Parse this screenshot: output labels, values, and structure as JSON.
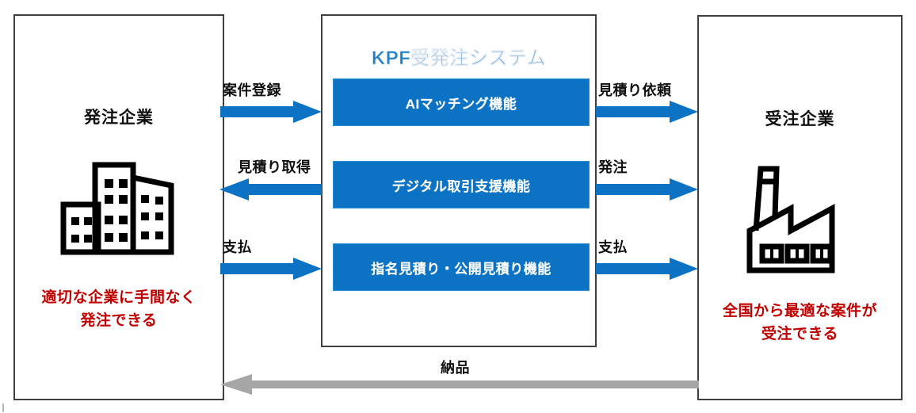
{
  "diagram": {
    "title_center": "KPF受発注システム",
    "left_company": {
      "title": "発注企業",
      "icon": "office-buildings-icon",
      "note_lines": [
        "適切な企業に手間なく",
        "発注できる"
      ]
    },
    "right_company": {
      "title": "受注企業",
      "icon": "factory-icon",
      "note_lines": [
        "全国から最適な案件が",
        "受注できる"
      ]
    },
    "features": [
      {
        "label": "AIマッチング機能"
      },
      {
        "label": "デジタル取引支援機能"
      },
      {
        "label": "指名見積り・公開見積り機能"
      }
    ],
    "left_flows": [
      {
        "label": "案件登録",
        "direction": "right"
      },
      {
        "label": "見積り取得",
        "direction": "left"
      },
      {
        "label": "支払",
        "direction": "right"
      }
    ],
    "right_flows": [
      {
        "label": "見積り依頼",
        "direction": "right"
      },
      {
        "label": "発注",
        "direction": "right"
      },
      {
        "label": "支払",
        "direction": "right"
      }
    ],
    "delivery_flow": {
      "label": "納品",
      "direction": "left"
    },
    "colors": {
      "accent_blue": "#0b72c4",
      "title_blue": "#1f7fcb",
      "note_red": "#c00000",
      "delivery_gray": "#a6a6a6",
      "box_border": "#3f3f3f",
      "text_black": "#101010"
    }
  }
}
